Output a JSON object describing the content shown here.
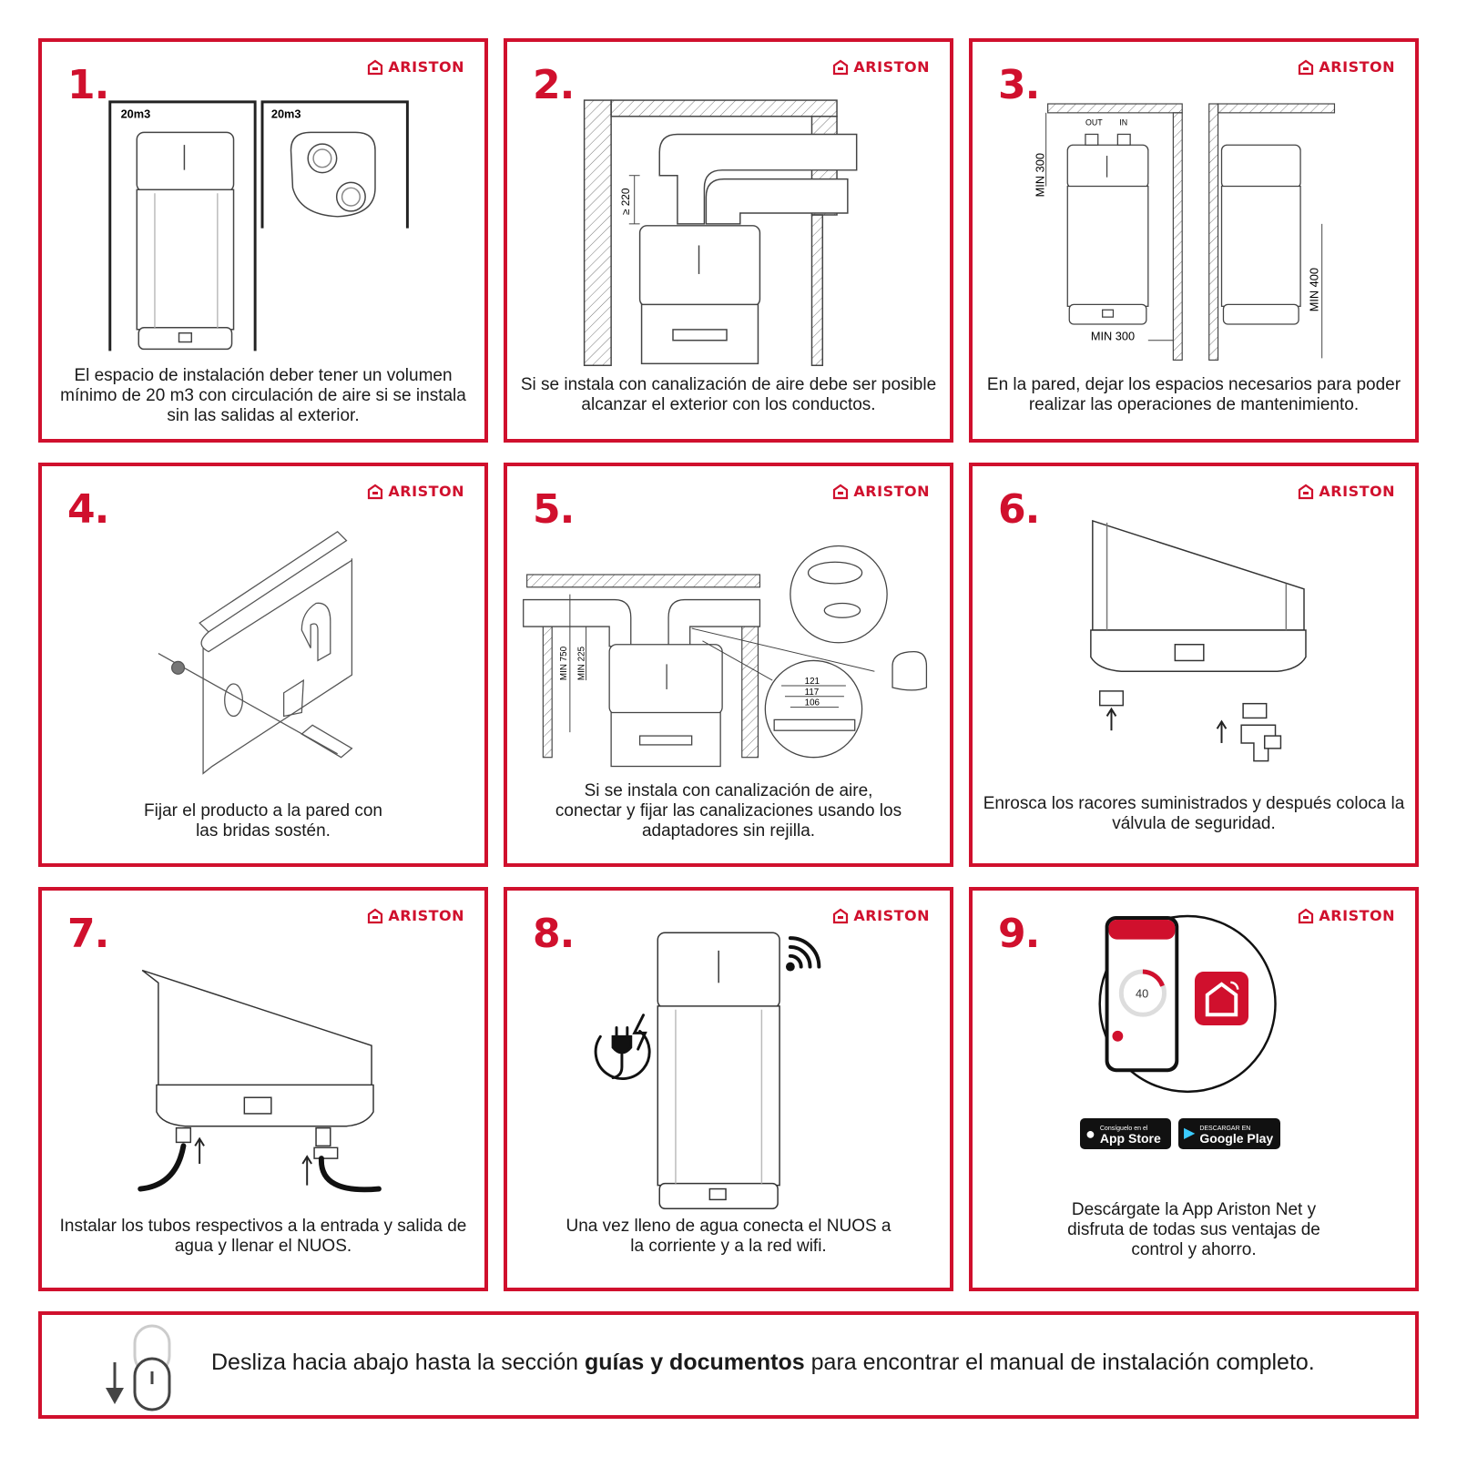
{
  "brand": "ARISTON",
  "steps": [
    {
      "number": "1.",
      "caption": "El espacio de instalación deber tener un volumen mínimo de 20 m3 con circulación de aire si se instala sin las salidas al exterior.",
      "labels": {
        "room_a": "20m3",
        "room_b": "20m3"
      }
    },
    {
      "number": "2.",
      "caption": "Si se instala con canalización de aire debe ser posible alcanzar el exterior con los conductos.",
      "labels": {
        "clearance": "≥ 220"
      }
    },
    {
      "number": "3.",
      "caption": "En la pared, dejar los espacios necesarios para poder realizar las operaciones de mantenimiento.",
      "labels": {
        "out": "OUT",
        "in": "IN",
        "min_top": "MIN 300",
        "min_side": "MIN 300",
        "min_bottom": "MIN 400"
      }
    },
    {
      "number": "4.",
      "caption": "Fijar el producto a la pared con las bridas sostén."
    },
    {
      "number": "5.",
      "caption": "Si se instala con canalización de aire, conectar y fijar las canalizaciones usando los adaptadores sin rejilla.",
      "labels": {
        "min_750": "MIN 750",
        "min_225": "MIN 225",
        "d121": "121",
        "d117": "117",
        "d106": "106"
      }
    },
    {
      "number": "6.",
      "caption": "Enrosca los racores suministrados y después coloca la válvula de seguridad."
    },
    {
      "number": "7.",
      "caption": "Instalar los tubos respectivos a la entrada y salida de agua y llenar el NUOS."
    },
    {
      "number": "8.",
      "caption": "Una vez lleno de agua conecta el NUOS a la corriente y a la red wifi."
    },
    {
      "number": "9.",
      "caption": "Descárgate la App Ariston Net y disfruta de todas sus ventajas de control y ahorro.",
      "labels": {
        "phone_temp": "40",
        "appstore_small": "Consíguelo en el",
        "appstore_big": "App Store",
        "gplay_small": "DESCARGAR EN",
        "gplay_big": "Google Play"
      }
    }
  ],
  "footer": {
    "text_before": "Desliza hacia abajo hasta la sección ",
    "text_bold": "guías y documentos",
    "text_after": " para encontrar el manual de instalación completo."
  },
  "colors": {
    "accent": "#d0102d",
    "line": "#333333"
  }
}
